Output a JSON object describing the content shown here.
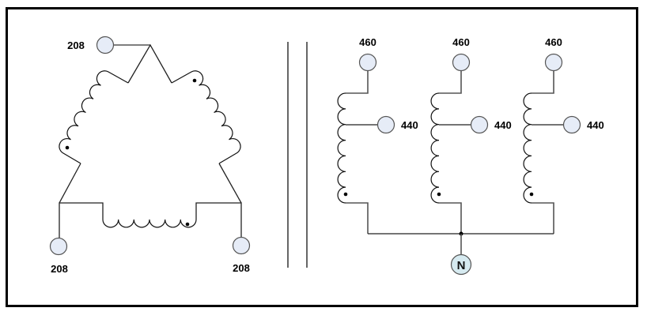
{
  "diagram": {
    "title": "Delta-Wye Transformer Winding Connection",
    "primary": {
      "configuration": "delta",
      "terminals": [
        {
          "id": "H1",
          "label": "208",
          "position": "top"
        },
        {
          "id": "H2",
          "label": "208",
          "position": "bottom-left"
        },
        {
          "id": "H3",
          "label": "208",
          "position": "bottom-right"
        }
      ],
      "windings": [
        {
          "side": "left",
          "polarity_dot": "bottom"
        },
        {
          "side": "right",
          "polarity_dot": "top"
        },
        {
          "side": "bottom",
          "polarity_dot": "right"
        }
      ]
    },
    "secondary": {
      "configuration": "wye",
      "phases": [
        {
          "top_label": "460",
          "tap_label": "440"
        },
        {
          "top_label": "460",
          "tap_label": "440"
        },
        {
          "top_label": "460",
          "tap_label": "440"
        }
      ],
      "neutral_label": "N"
    },
    "colors": {
      "terminal_fill": "#e6ecf7",
      "neutral_fill": "#d6eaf0",
      "frame": "#000000"
    }
  }
}
